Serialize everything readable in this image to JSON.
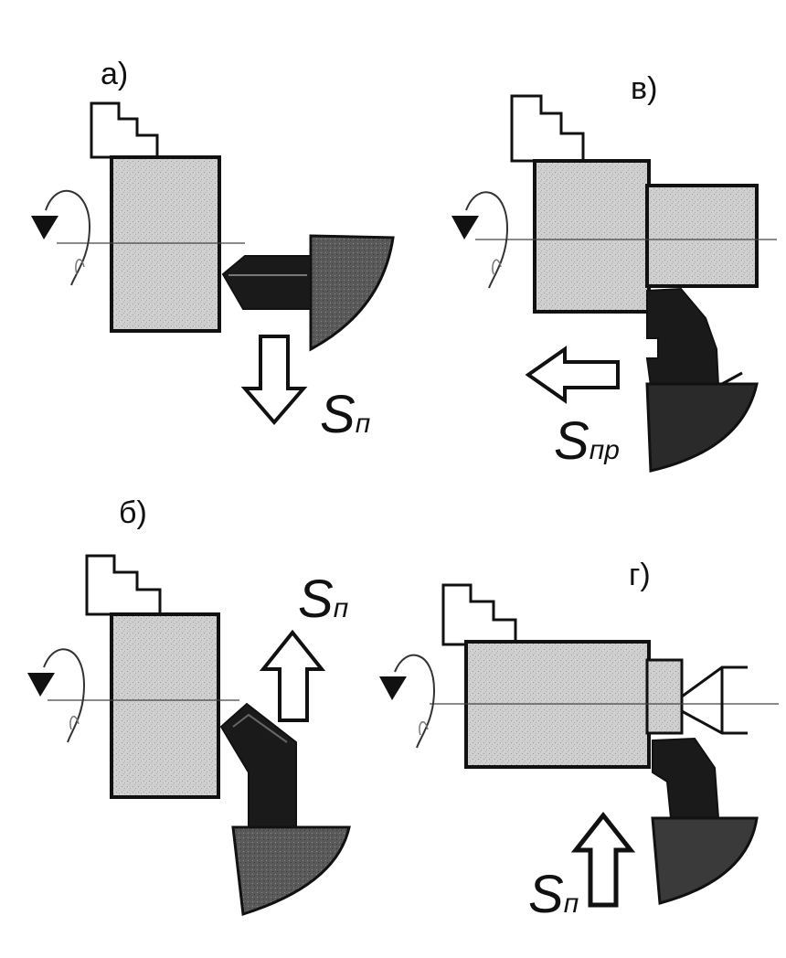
{
  "panels": {
    "a": {
      "label": "а)",
      "feed_main": "S",
      "feed_sub": "п"
    },
    "b": {
      "label": "б)",
      "feed_main": "S",
      "feed_sub": "п"
    },
    "v": {
      "label": "в)",
      "feed_main": "S",
      "feed_sub": "пр"
    },
    "g": {
      "label": "г)",
      "feed_main": "S",
      "feed_sub": "п"
    }
  },
  "colors": {
    "ink": "#111111",
    "workpiece": "#c9c9c9",
    "tool": "#1a1a1a",
    "holder": "#6a6a6a"
  }
}
